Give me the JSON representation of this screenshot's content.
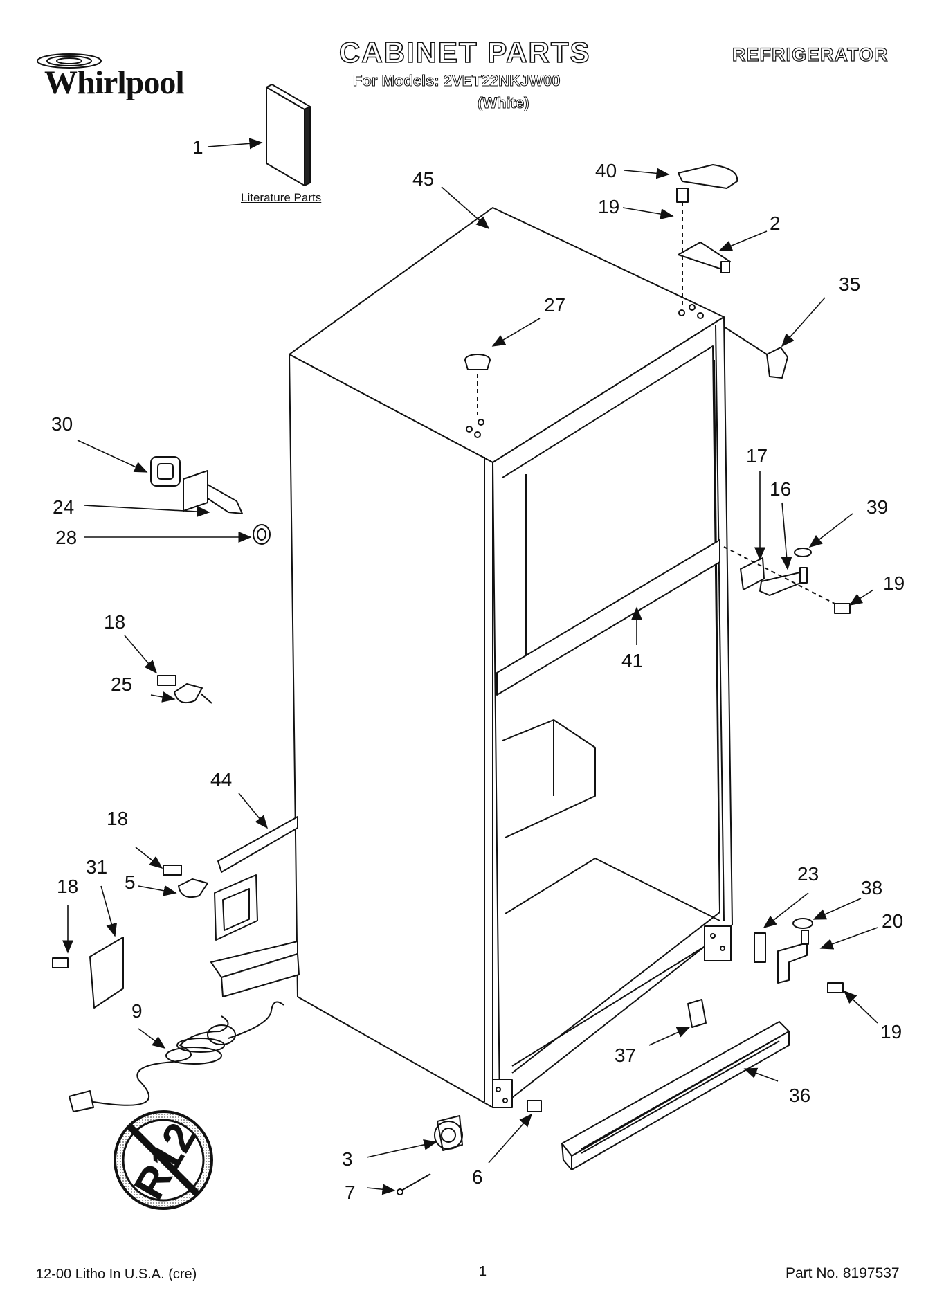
{
  "header": {
    "title": "CABINET PARTS",
    "models": "For Models: 2VET22NKJW00",
    "color_note": "(White)",
    "appliance": "REFRIGERATOR",
    "brand": "Whirlpool"
  },
  "literature_label": "Literature Parts",
  "callouts": {
    "c1": "1",
    "c45": "45",
    "c40": "40",
    "c19a": "19",
    "c2": "2",
    "c35": "35",
    "c27": "27",
    "c30": "30",
    "c24": "24",
    "c28": "28",
    "c17": "17",
    "c16": "16",
    "c39": "39",
    "c19b": "19",
    "c41": "41",
    "c18a": "18",
    "c25": "25",
    "c44": "44",
    "c18b": "18",
    "c31": "31",
    "c5": "5",
    "c18c": "18",
    "c23": "23",
    "c38": "38",
    "c20": "20",
    "c19c": "19",
    "c9": "9",
    "c37": "37",
    "c36": "36",
    "c3": "3",
    "c7": "7",
    "c6": "6"
  },
  "badge_text": "R12",
  "footer": {
    "litho": "12-00 Litho In U.S.A. (cre)",
    "page": "1",
    "part_no": "Part No. 8197537"
  }
}
